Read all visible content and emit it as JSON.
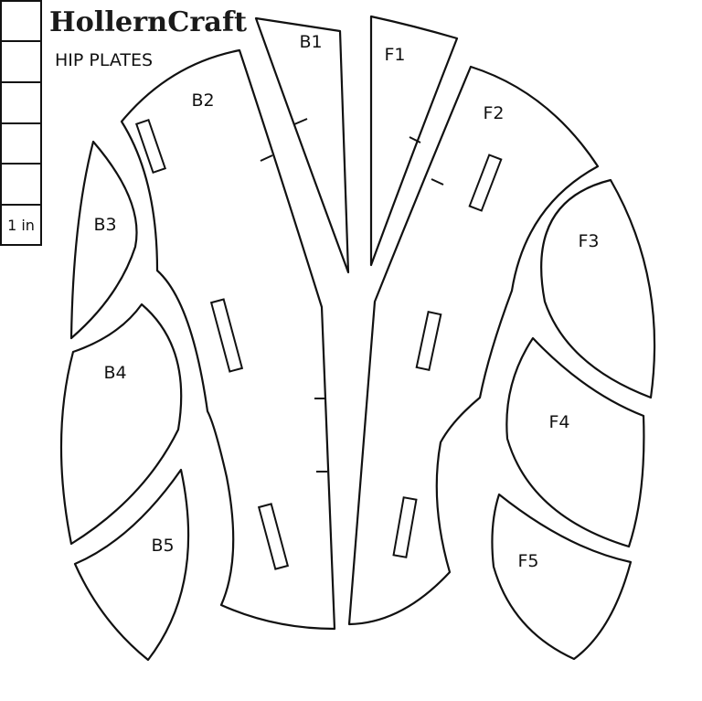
{
  "brand": "HollernCraft",
  "subtitle": "HIP PLATES",
  "scale_label": "1 in",
  "pieces": {
    "b1": "B1",
    "b2": "B2",
    "b3": "B3",
    "b4": "B4",
    "b5": "B5",
    "f1": "F1",
    "f2": "F2",
    "f3": "F3",
    "f4": "F4",
    "f5": "F5"
  }
}
